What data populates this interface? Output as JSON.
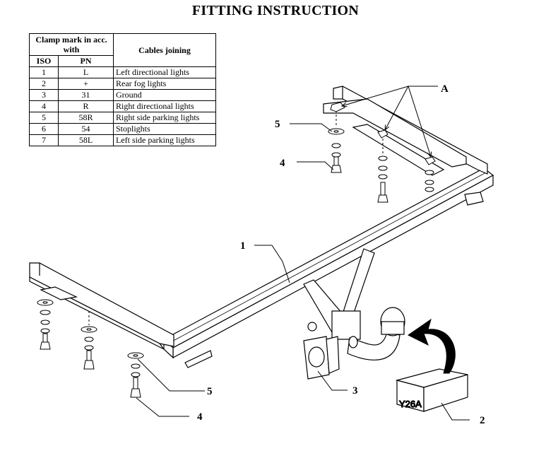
{
  "title": "FITTING INSTRUCTION",
  "table": {
    "header_clamp": "Clamp mark in acc. with",
    "header_cables": "Cables joining",
    "header_iso": "ISO",
    "header_pn": "PN",
    "rows": [
      {
        "iso": "1",
        "pn": "L",
        "cable": "Left directional lights"
      },
      {
        "iso": "2",
        "pn": "+",
        "cable": "Rear fog lights"
      },
      {
        "iso": "3",
        "pn": "31",
        "cable": "Ground"
      },
      {
        "iso": "4",
        "pn": "R",
        "cable": "Right directional lights"
      },
      {
        "iso": "5",
        "pn": "58R",
        "cable": "Right side parking lights"
      },
      {
        "iso": "6",
        "pn": "54",
        "cable": "Stoplights"
      },
      {
        "iso": "7",
        "pn": "58L",
        "cable": "Left side parking lights"
      }
    ]
  },
  "callouts": {
    "a": "A",
    "five_top": "5",
    "four_top": "4",
    "one": "1",
    "five_bottom": "5",
    "four_bottom": "4",
    "three": "3",
    "two": "2"
  },
  "plate_label": "Y26A"
}
